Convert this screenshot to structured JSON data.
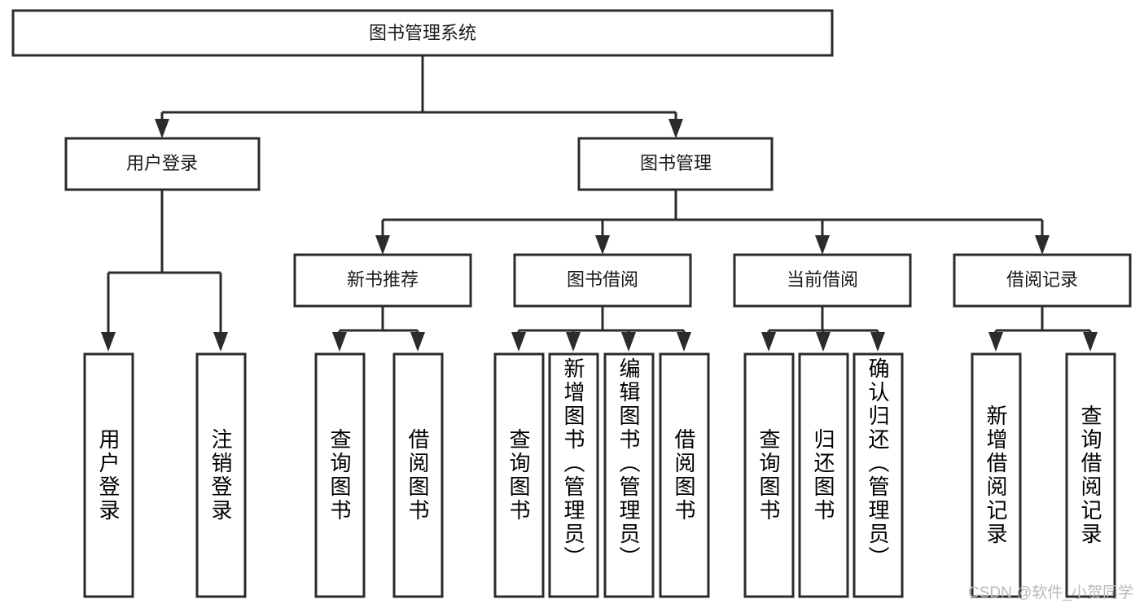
{
  "diagram": {
    "type": "tree-hierarchy",
    "title": "图书管理系统",
    "levels": 4,
    "root": {
      "id": "root",
      "label": "图书管理系统",
      "orientation": "horizontal"
    },
    "level2": [
      {
        "id": "user-login",
        "label": "用户登录",
        "orientation": "horizontal"
      },
      {
        "id": "book-manage",
        "label": "图书管理",
        "orientation": "horizontal"
      }
    ],
    "level3": [
      {
        "id": "new-book-recommend",
        "label": "新书推荐",
        "parent": "book-manage",
        "orientation": "horizontal"
      },
      {
        "id": "book-borrow",
        "label": "图书借阅",
        "parent": "book-manage",
        "orientation": "horizontal"
      },
      {
        "id": "current-borrow",
        "label": "当前借阅",
        "parent": "book-manage",
        "orientation": "horizontal"
      },
      {
        "id": "borrow-record",
        "label": "借阅记录",
        "parent": "book-manage",
        "orientation": "horizontal"
      }
    ],
    "leaves": [
      {
        "id": "leaf-user-login",
        "label": "用户登录",
        "parent": "user-login",
        "orientation": "vertical"
      },
      {
        "id": "leaf-logout-login",
        "label": "注销登录",
        "parent": "user-login",
        "orientation": "vertical"
      },
      {
        "id": "leaf-query-book-1",
        "label": "查询图书",
        "parent": "new-book-recommend",
        "orientation": "vertical"
      },
      {
        "id": "leaf-borrow-book-1",
        "label": "借阅图书",
        "parent": "new-book-recommend",
        "orientation": "vertical"
      },
      {
        "id": "leaf-query-book-2",
        "label": "查询图书",
        "parent": "book-borrow",
        "orientation": "vertical"
      },
      {
        "id": "leaf-add-book",
        "label": "新增图书（管理员）",
        "parent": "book-borrow",
        "orientation": "vertical"
      },
      {
        "id": "leaf-edit-book",
        "label": "编辑图书（管理员）",
        "parent": "book-borrow",
        "orientation": "vertical"
      },
      {
        "id": "leaf-borrow-book-2",
        "label": "借阅图书",
        "parent": "book-borrow",
        "orientation": "vertical"
      },
      {
        "id": "leaf-query-book-3",
        "label": "查询图书",
        "parent": "current-borrow",
        "orientation": "vertical"
      },
      {
        "id": "leaf-return-book",
        "label": "归还图书",
        "parent": "current-borrow",
        "orientation": "vertical"
      },
      {
        "id": "leaf-confirm-return",
        "label": "确认归还（管理员）",
        "parent": "current-borrow",
        "orientation": "vertical"
      },
      {
        "id": "leaf-add-record",
        "label": "新增借阅记录",
        "parent": "borrow-record",
        "orientation": "vertical"
      },
      {
        "id": "leaf-query-record",
        "label": "查询借阅记录",
        "parent": "borrow-record",
        "orientation": "vertical"
      }
    ],
    "colors": {
      "box_stroke": "#2b2b2b",
      "box_fill": "#ffffff",
      "text": "#1a1a1a",
      "background": "#ffffff",
      "watermark": "#b9b9b9"
    }
  },
  "watermark": {
    "text": "CSDN @软件_小贺同学"
  }
}
